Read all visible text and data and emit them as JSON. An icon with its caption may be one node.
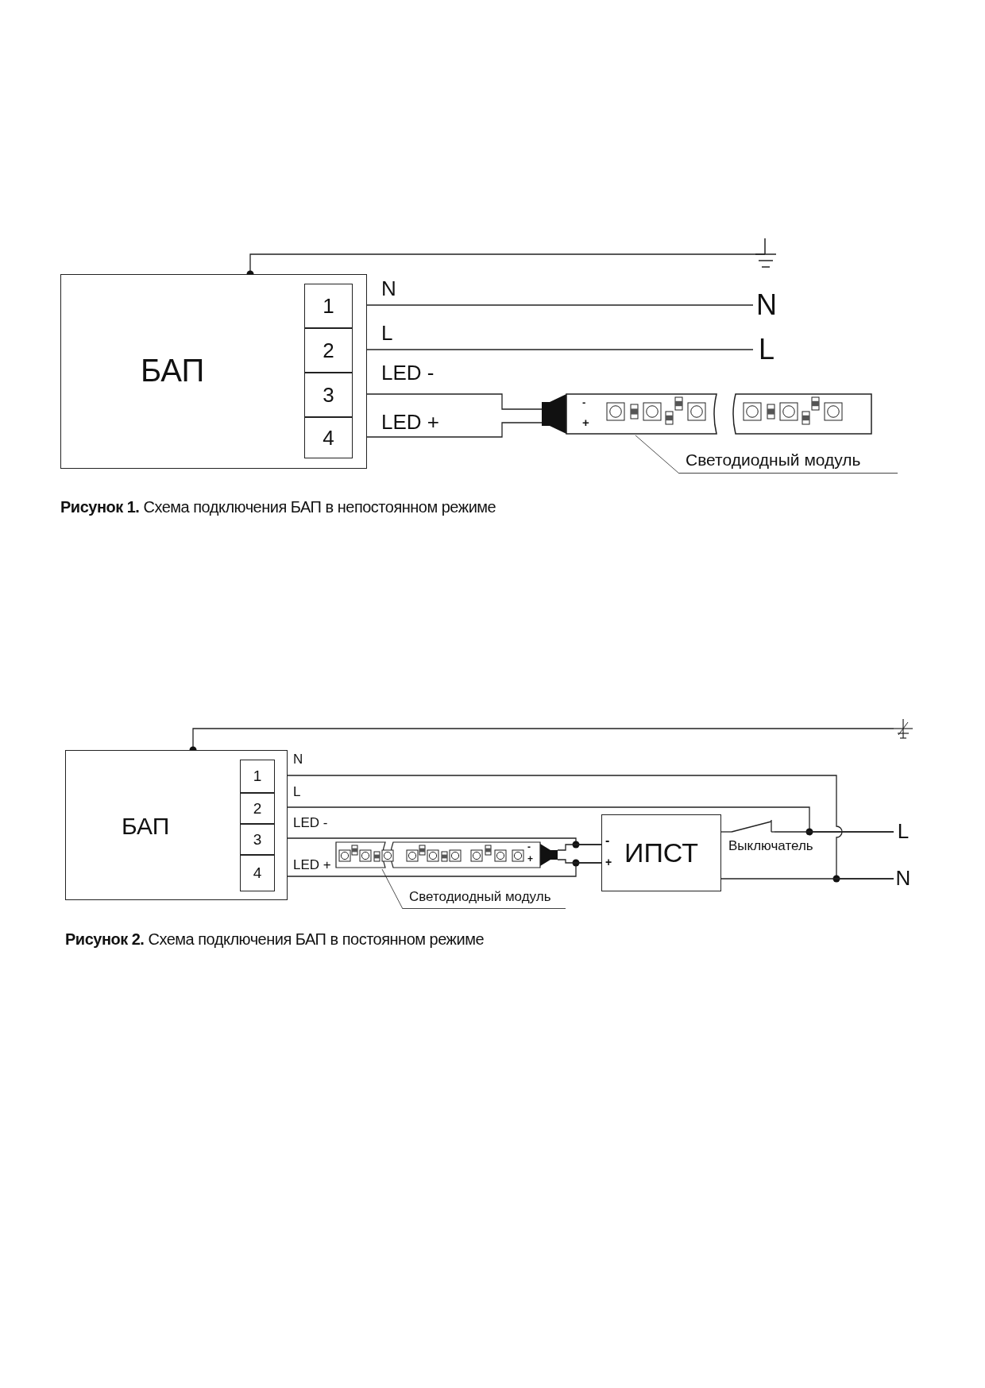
{
  "diagram": {
    "nodes": [
      {
        "text": [
          "БАП"
        ]
      },
      {
        "text": [
          "1"
        ],
        "in": 0
      },
      {
        "text": [
          "2"
        ],
        "in": 0
      },
      {
        "text": [
          "3"
        ],
        "in": 0
      },
      {
        "text": [
          "4"
        ],
        "in": 0
      },
      {
        "text": [],
        "shape": "ground"
      },
      {
        "text": [
          "N"
        ]
      },
      {
        "text": [
          "L"
        ]
      },
      {
        "text": [],
        "shape": "picture"
      },
      {
        "text": [
          "Светодиодный модуль"
        ]
      },
      {
        "text": [
          "БАП"
        ]
      },
      {
        "text": [
          "1"
        ],
        "in": 10
      },
      {
        "text": [
          "2"
        ],
        "in": 10
      },
      {
        "text": [
          "3"
        ],
        "in": 10
      },
      {
        "text": [
          "4"
        ],
        "in": 10
      },
      {
        "text": [],
        "shape": "ground"
      },
      {
        "text": [],
        "shape": "picture"
      },
      {
        "text": [
          "Светодиодный модуль"
        ]
      },
      {
        "text": [
          "ИПСТ"
        ]
      },
      {
        "text": [],
        "shape": "switch",
        "beside": [
          "Выключатель"
        ]
      },
      {
        "text": [
          "L"
        ]
      },
      {
        "text": [
          "N"
        ]
      }
    ],
    "edges": [
      {
        "from": 0,
        "to": 5,
        "arrow": "none"
      },
      {
        "from": 1,
        "to": 6,
        "arrow": "none",
        "label": "N"
      },
      {
        "from": 2,
        "to": 7,
        "arrow": "none",
        "label": "L"
      },
      {
        "from": 3,
        "to": 8,
        "arrow": "none",
        "label": "LED -"
      },
      {
        "from": 4,
        "to": 8,
        "arrow": "none",
        "label": "LED +"
      },
      {
        "from": 9,
        "to": 8,
        "arrow": "none"
      },
      {
        "from": 10,
        "to": 15,
        "arrow": "none"
      },
      {
        "from": 11,
        "to": 21,
        "arrow": "none",
        "label": "N"
      },
      {
        "from": 12,
        "to": 20,
        "arrow": "none",
        "label": "L"
      },
      {
        "from": 13,
        "to": 18,
        "arrow": "none",
        "label": "LED -"
      },
      {
        "from": 14,
        "to": 18,
        "arrow": "none",
        "label": "LED +"
      },
      {
        "from": 16,
        "to": 18,
        "arrow": "none"
      },
      {
        "from": 16,
        "to": 18,
        "arrow": "none"
      },
      {
        "from": 17,
        "to": 16,
        "arrow": "none"
      },
      {
        "from": 18,
        "to": 19,
        "arrow": "none"
      },
      {
        "from": 19,
        "to": 20,
        "arrow": "none"
      },
      {
        "from": 18,
        "to": 21,
        "arrow": "none"
      }
    ],
    "labels": [
      "-",
      "+",
      "**Рисунок 1.** Схема подключения БАП в непостоянном режиме",
      "-",
      "+",
      "-",
      "+",
      "**Рисунок 2.** Схема подключения БАП в постоянном режиме"
    ]
  }
}
